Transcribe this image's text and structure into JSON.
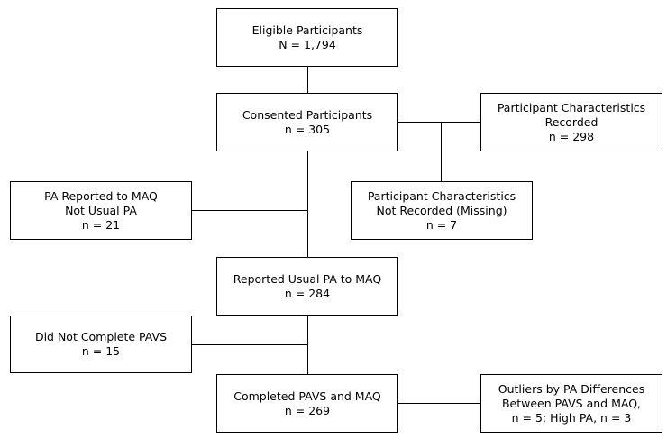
{
  "boxes": {
    "eligible": {
      "lines": [
        "Eligible Participants",
        "N = 1,794"
      ]
    },
    "consented": {
      "lines": [
        "Consented Participants",
        "n = 305"
      ]
    },
    "characteristics_recorded": {
      "lines": [
        "Participant Characteristics",
        "Recorded",
        "n = 298"
      ]
    },
    "pa_reported_not_usual": {
      "lines": [
        "PA Reported to MAQ",
        "Not Usual PA",
        "n = 21"
      ]
    },
    "characteristics_missing": {
      "lines": [
        "Participant Characteristics",
        "Not Recorded (Missing)",
        "n = 7"
      ]
    },
    "reported_usual": {
      "lines": [
        "Reported Usual PA to MAQ",
        "n = 284"
      ]
    },
    "did_not_complete": {
      "lines": [
        "Did Not Complete PAVS",
        "n = 15"
      ]
    },
    "completed": {
      "lines": [
        "Completed PAVS and MAQ",
        "n = 269"
      ]
    },
    "outliers": {
      "lines": [
        "Outliers by PA Differences",
        "Between PAVS and MAQ,",
        "n = 5; High PA, n = 3"
      ]
    }
  },
  "colors": {
    "stroke": "#000000",
    "background": "#ffffff",
    "text": "#000000"
  }
}
